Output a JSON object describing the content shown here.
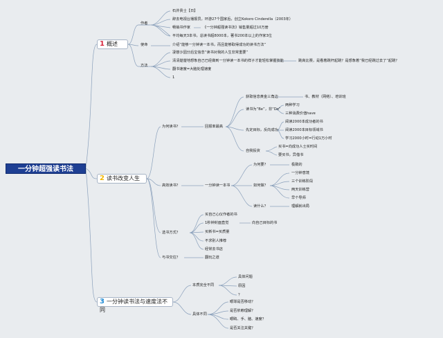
{
  "root": "一分钟超强读书法",
  "topics": [
    {
      "num": "1",
      "label": "概述",
      "color": "#d7263d"
    },
    {
      "num": "2",
      "label": "读书改变人生",
      "color": "#f2b705"
    },
    {
      "num": "3",
      "label": "一分钟读书法与速度法不同",
      "color": "#1f8bd6"
    }
  ],
  "overview": {
    "author_label": "作者",
    "author_items": [
      "石井贵士【日】",
      "辞去电视台播报员，环游27个国家后，创立Kokoro Cinderella（2003年）",
      "畅销书作家",
      "《一分钟超强读书法》销售量超过10万册",
      "平均每天3本书，总读书超8000本，著书200本以上的作家3位"
    ],
    "mission_label": "使命",
    "mission_item": "介绍“能够一分钟读一本书，而且能够取得成功的读书方法”",
    "method_label": "方法",
    "method_items": [
      "凄慈沙因分后宝信念“读书对我的人生非常重要”",
      "清清楚楚地想象自己已经做到一分钟读一本书的样子才能轻松掌握技能",
      "翻书速度=大脑处理速度",
      "1"
    ],
    "method_side": "跳高比赛，是看着跳杆起跳？是想象着“我已经跳过去了”起跳？"
  },
  "reading": {
    "why_label": "为何读书？",
    "why_hub": "回报率最高",
    "why_items": [
      "获取信息黄金三角边",
      "读书为“Be”，非“Do”",
      "先定目标，反向成功",
      "自我投资"
    ],
    "triangle_item": "书、教材（网络）、培训班",
    "be_items": [
      "两种学习",
      "三种消费价值have"
    ],
    "goal_items": [
      "阅读2000本成功者的书",
      "阅读2000本目标领域书",
      "学习2000小时=行动1万小时"
    ],
    "invest_items": [
      "买书=向成功人士买时间",
      "要买书，异借书"
    ],
    "efficient_label": "高效读书？",
    "efficient_hub": "一分钟读一本书",
    "eff_why_label": "为何要？",
    "eff_why_item": "极致的",
    "eff_how_label": "如何做？",
    "eff_how_items": [
      "一分钟意境",
      "三个训练阶段",
      "两天训练营",
      "早个导师"
    ],
    "eff_what_label": "读什么？",
    "eff_what_item": "理解就出局",
    "select_label": "选书方式？",
    "select_items": [
      "买自己心仪作者的书",
      "1秒钟封面直觉",
      "买新书=买质量",
      "不求别人推荐",
      "经常去书店"
    ],
    "select_side": "向自己目标的书",
    "fit_label": "与书交往？",
    "fit_item": "翻玩之道"
  },
  "diff": {
    "same_label": "本质完全不同",
    "same_items": [
      "具体问题",
      "原因",
      "？"
    ],
    "specific_label": "具体不同",
    "specific_items": [
      "眼球是否移动？",
      "是否依赖理解？",
      "眼睛、手、脑、速度？",
      "是否关注关键？"
    ]
  }
}
